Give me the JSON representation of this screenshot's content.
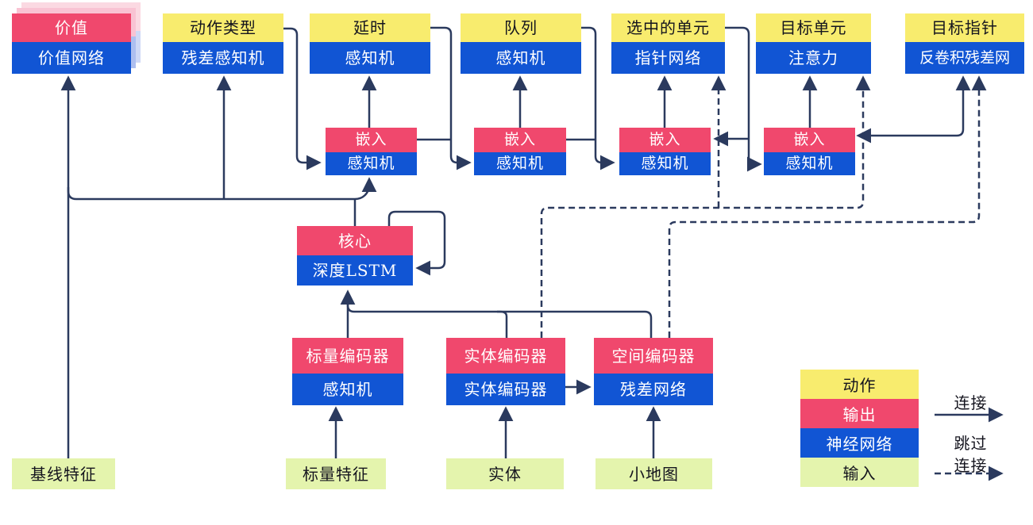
{
  "diagram": {
    "description": "AlphaStar-style agent architecture diagram (Chinese labels)"
  },
  "nodes": {
    "value": {
      "title": "价值",
      "subtitle": "价值网络"
    },
    "action_type": {
      "title": "动作类型",
      "subtitle": "残差感知机"
    },
    "delay": {
      "title": "延时",
      "subtitle": "感知机"
    },
    "queue": {
      "title": "队列",
      "subtitle": "感知机"
    },
    "selected_units": {
      "title": "选中的单元",
      "subtitle": "指针网络"
    },
    "target_unit": {
      "title": "目标单元",
      "subtitle": "注意力"
    },
    "target_pointer": {
      "title": "目标指针",
      "subtitle": "反卷积残差网"
    },
    "embed1": {
      "title": "嵌入",
      "subtitle": "感知机"
    },
    "embed2": {
      "title": "嵌入",
      "subtitle": "感知机"
    },
    "embed3": {
      "title": "嵌入",
      "subtitle": "感知机"
    },
    "embed4": {
      "title": "嵌入",
      "subtitle": "感知机"
    },
    "core": {
      "title": "核心",
      "subtitle": "深度LSTM"
    },
    "scalar_encoder": {
      "title": "标量编码器",
      "subtitle": "感知机"
    },
    "entity_encoder": {
      "title": "实体编码器",
      "subtitle": "实体编码器"
    },
    "spatial_encoder": {
      "title": "空间编码器",
      "subtitle": "残差网络"
    },
    "baseline_features": {
      "label": "基线特征"
    },
    "scalar_features": {
      "label": "标量特征"
    },
    "entities": {
      "label": "实体"
    },
    "minimap": {
      "label": "小地图"
    }
  },
  "legend": {
    "items": [
      {
        "label": "动作",
        "color": "#f8ec6e",
        "text": "dark"
      },
      {
        "label": "输出",
        "color": "#f0486d",
        "text": "light"
      },
      {
        "label": "神经网络",
        "color": "#1155d4",
        "text": "light"
      },
      {
        "label": "输入",
        "color": "#e4f4ad",
        "text": "dark"
      }
    ],
    "connection_label": "连接",
    "skip_label_line1": "跳过",
    "skip_label_line2": "连接"
  },
  "colors": {
    "yellow": "#f8ec6e",
    "red": "#f0486d",
    "blue": "#1155d4",
    "green": "#e4f4ad",
    "line": "#2b3a5e",
    "sheet_pink": "#f9c3d3",
    "sheet_pink_light": "#fbd9e2",
    "sheet_blue": "#adbff0",
    "sheet_blue_light": "#cfd9f6"
  }
}
